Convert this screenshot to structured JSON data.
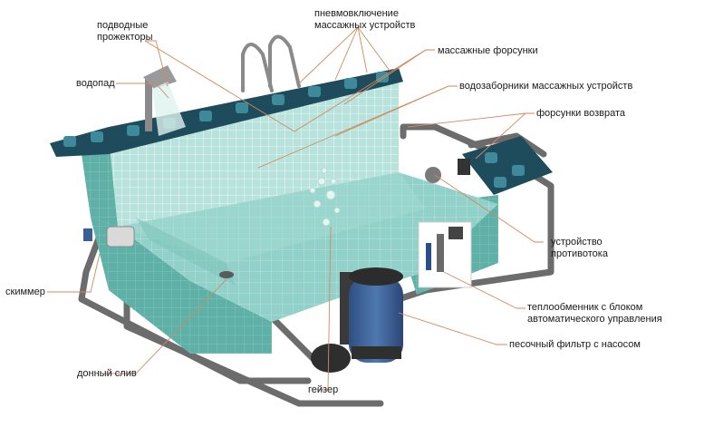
{
  "labels": {
    "underwater_lights": "подводные\nпрожекторы",
    "waterfall": "водопад",
    "skimmer": "скиммер",
    "bottom_drain": "донный слив",
    "geyser": "гейзер",
    "pneumatic_switch": "пневмовключение\nмассажных устройств",
    "massage_nozzles": "массажные форсунки",
    "massage_intakes": "водозаборники массажных устройств",
    "return_nozzles": "форсунки возврата",
    "counterflow": "устройство\nпротивотока",
    "heat_exchanger": "теплообменник с блоком\nавтоматического управления",
    "sand_filter": "песочный фильтр с насосом"
  },
  "colors": {
    "water": "#8fcfc8",
    "tile_wall": "#b7e0da",
    "exterior": "#5fb0a6",
    "deck_tile": "#1e4c5c",
    "pipe": "#6c6c6c",
    "leader": "#d08a60",
    "filter": "#3a5f95"
  }
}
